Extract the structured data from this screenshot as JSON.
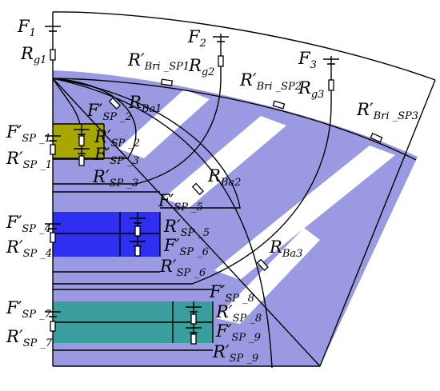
{
  "colors": {
    "stator_fill": "#9a9ae3",
    "slot_fill": "#ffffff",
    "magnet_1": "#a7a700",
    "magnet_2": "#2f2ff0",
    "magnet_3": "#3a9e9c",
    "wire": "#000000"
  },
  "labels": {
    "F1": {
      "sym": "F",
      "prime": "",
      "sub": "1"
    },
    "Rg1": {
      "sym": "R",
      "prime": "",
      "sub": "g1"
    },
    "F2": {
      "sym": "F",
      "prime": "",
      "sub": "2"
    },
    "Rg2": {
      "sym": "R",
      "prime": "",
      "sub": "g2"
    },
    "F3": {
      "sym": "F",
      "prime": "",
      "sub": "3"
    },
    "Rg3": {
      "sym": "R",
      "prime": "",
      "sub": "g3"
    },
    "RBriSP1": {
      "sym": "R",
      "prime": "′",
      "sub": "Bri _SP1"
    },
    "RBriSP2": {
      "sym": "R",
      "prime": "′",
      "sub": "Bri _SP2"
    },
    "RBriSP3": {
      "sym": "R",
      "prime": "′",
      "sub": "Bri _SP3"
    },
    "RBa1": {
      "sym": "R",
      "prime": "",
      "sub": "Ba1"
    },
    "RBa2": {
      "sym": "R",
      "prime": "",
      "sub": "Ba2"
    },
    "RBa3": {
      "sym": "R",
      "prime": "",
      "sub": "Ba3"
    },
    "FSP1": {
      "sym": "F",
      "prime": "′",
      "sub": "SP _1"
    },
    "RSP1": {
      "sym": "R",
      "prime": "′",
      "sub": "SP _1"
    },
    "FSP2": {
      "sym": "F",
      "prime": "′",
      "sub": "SP _2"
    },
    "RSP2": {
      "sym": "R",
      "prime": "′",
      "sub": "SP _2"
    },
    "FSP3": {
      "sym": "F",
      "prime": "′",
      "sub": "SP _3"
    },
    "RSP3": {
      "sym": "R",
      "prime": "′",
      "sub": "SP _3"
    },
    "FSP4": {
      "sym": "F",
      "prime": "′",
      "sub": "SP _4"
    },
    "RSP4": {
      "sym": "R",
      "prime": "′",
      "sub": "SP _4"
    },
    "FSP5": {
      "sym": "F",
      "prime": "′",
      "sub": "SP _5"
    },
    "RSP5": {
      "sym": "R",
      "prime": "′",
      "sub": "SP _5"
    },
    "FSP6": {
      "sym": "F",
      "prime": "′",
      "sub": "SP _6"
    },
    "RSP6": {
      "sym": "R",
      "prime": "′",
      "sub": "SP _6"
    },
    "FSP7": {
      "sym": "F",
      "prime": "′",
      "sub": "SP _7"
    },
    "RSP7": {
      "sym": "R",
      "prime": "′",
      "sub": "SP _7"
    },
    "FSP8": {
      "sym": "F",
      "prime": "′",
      "sub": "SP _8"
    },
    "RSP8": {
      "sym": "R",
      "prime": "′",
      "sub": "SP _8"
    },
    "FSP9": {
      "sym": "F",
      "prime": "′",
      "sub": "SP _9"
    },
    "RSP9": {
      "sym": "R",
      "prime": "′",
      "sub": "SP _9"
    }
  }
}
